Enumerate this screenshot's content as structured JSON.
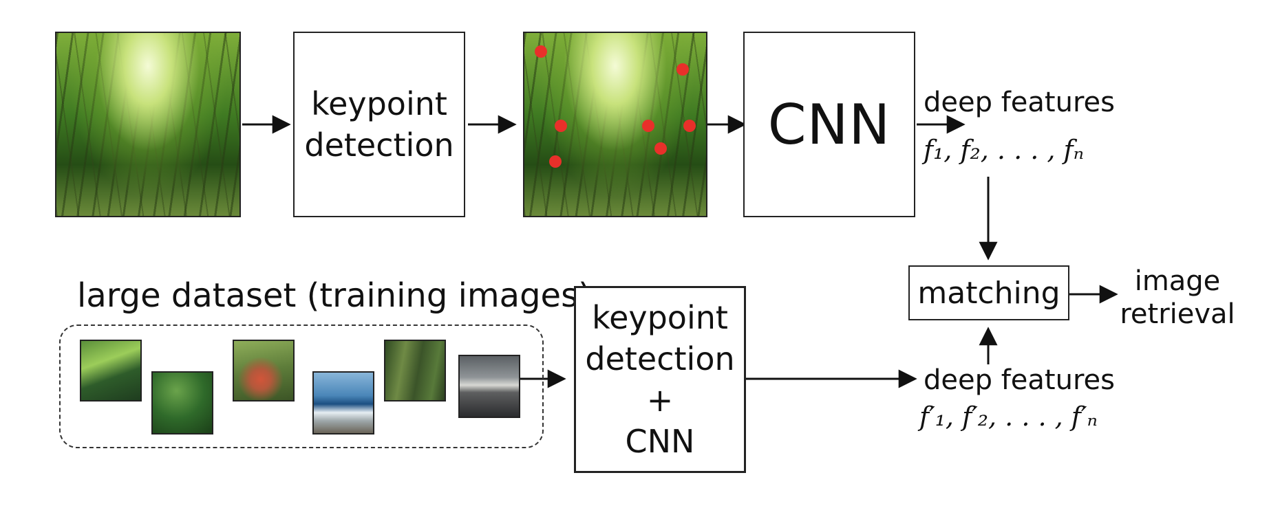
{
  "top_row": {
    "box1_label": "keypoint detection",
    "box2_label": "CNN",
    "features_label": "deep features",
    "features_math": "f₁, f₂, . . . , fₙ"
  },
  "bottom_row": {
    "dataset_label": "large dataset (training images)",
    "box_line1": "keypoint",
    "box_line2": "detection",
    "box_line3": "+",
    "box_line4": "CNN",
    "features_label": "deep features",
    "features_math": "f′₁, f′₂, . . . , f′ₙ"
  },
  "matching_label": "matching",
  "retrieval_line1": "image",
  "retrieval_line2": "retrieval",
  "colors": {
    "keypoint_dot": "#e8302a",
    "stroke": "#222222"
  },
  "icons": [
    "forest-query-image",
    "keypoint-dot",
    "arrow"
  ]
}
